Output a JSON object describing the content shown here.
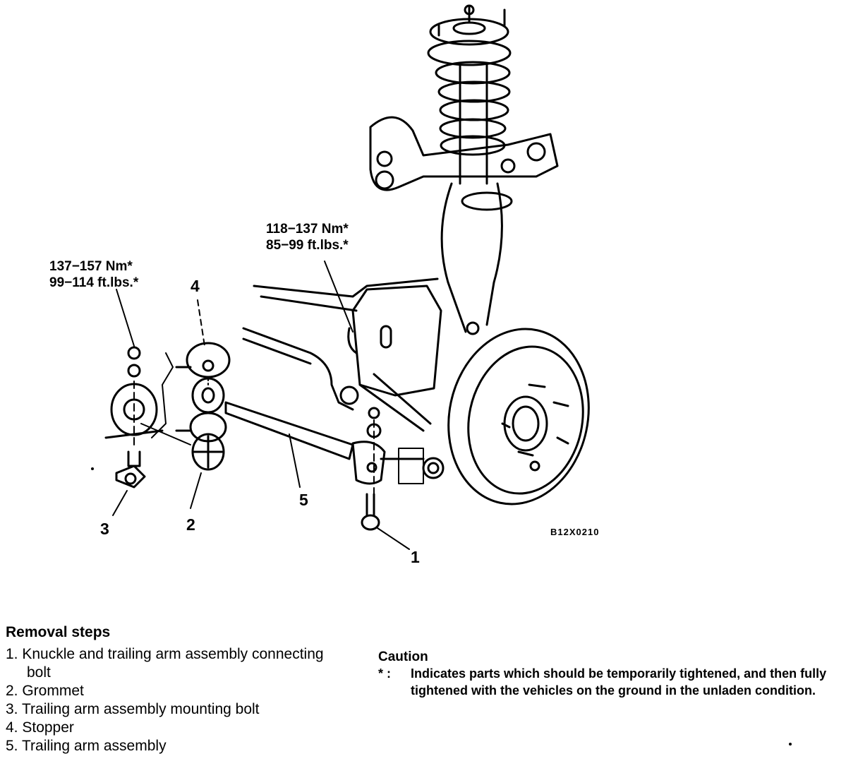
{
  "torque_labels": {
    "left": {
      "nm": "137−157 Nm*",
      "ftlbs": "99−114 ft.lbs.*"
    },
    "center": {
      "nm": "118−137 Nm*",
      "ftlbs": "85−99 ft.lbs.*"
    }
  },
  "callouts": [
    "1",
    "2",
    "3",
    "4",
    "5"
  ],
  "figure_code": "B12X0210",
  "removal_steps": {
    "title": "Removal steps",
    "items": [
      "1. Knuckle and trailing arm assembly connecting bolt",
      "2. Grommet",
      "3. Trailing arm assembly mounting bolt",
      "4. Stopper",
      "5. Trailing arm assembly"
    ]
  },
  "caution": {
    "title": "Caution",
    "marker": "* :",
    "text": "Indicates parts which should be temporarily tightened, and then fully tightened with the vehicles on the ground in the unladen condition."
  }
}
